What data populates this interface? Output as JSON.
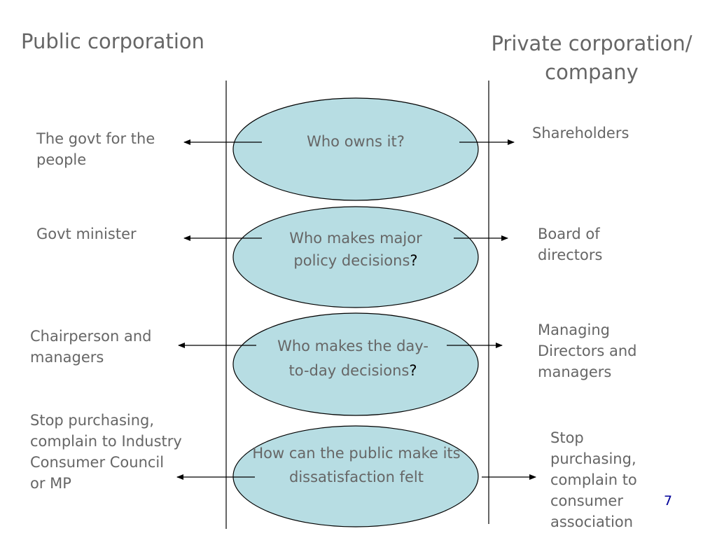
{
  "headings": {
    "left": "Public corporation",
    "right": "Private corporation/ company"
  },
  "rows": [
    {
      "question": "Who owns it?",
      "question_mark": "",
      "left": "The govt for the people",
      "right": "Shareholders"
    },
    {
      "question": "Who makes major policy decisions",
      "question_mark": "?",
      "left": "Govt minister",
      "right": "Board of directors"
    },
    {
      "question": "Who makes the day-to-day decisions",
      "question_mark": "?",
      "left": "Chairperson and managers",
      "right": "Managing Directors and managers"
    },
    {
      "question": "How can the public make its dissatisfaction felt",
      "question_mark": "",
      "left": "Stop purchasing, complain to Industry Consumer Council or MP",
      "right": "Stop purchasing, complain to consumer association"
    }
  ],
  "page_number": "7",
  "colors": {
    "ellipse_fill": "#b7dde3",
    "text": "#666666",
    "question_mark": "#000000",
    "page_number": "#000099"
  }
}
